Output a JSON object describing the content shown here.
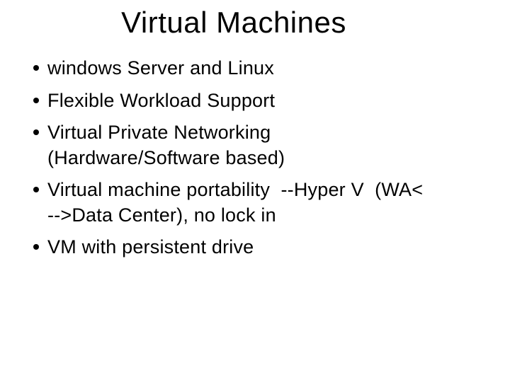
{
  "slide": {
    "title": "Virtual Machines",
    "bullets": [
      "windows Server and Linux",
      "Flexible Workload Support",
      "Virtual Private Networking\n(Hardware/Software based)",
      "Virtual machine portability  --Hyper V  (WA<\n-->Data Center), no lock in",
      "VM with persistent drive"
    ],
    "colors": {
      "background": "#ffffff",
      "text": "#000000"
    }
  }
}
